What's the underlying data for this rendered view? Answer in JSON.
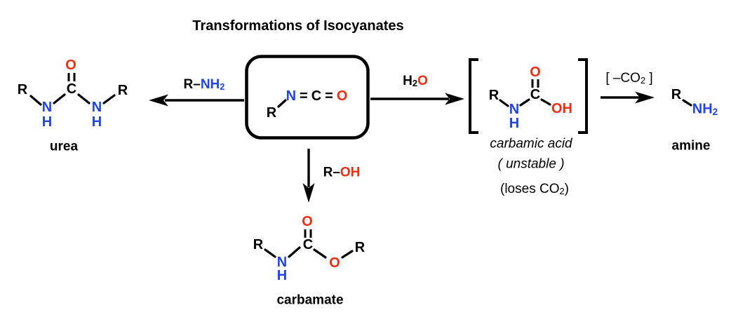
{
  "title": "Transformations of Isocyanates",
  "colors": {
    "carbon": "#000000",
    "nitrogen": "#2143e8",
    "oxygen": "#ee2e10"
  },
  "isocyanate": {
    "r": "R",
    "n": "N",
    "db1": "=",
    "c": "C",
    "db2": "=",
    "o": "O"
  },
  "reagents": {
    "amine_r": "R–",
    "amine_nh": "NH",
    "amine_sub": "2",
    "water_h": "H",
    "water_sub": "2",
    "water_o": "O",
    "alcohol_r": "R–",
    "alcohol_oh": "OH",
    "co2_open": "[ –CO",
    "co2_sub": "2",
    "co2_close": " ]"
  },
  "urea": {
    "r1": "R",
    "n1": "N",
    "h1": "H",
    "c": "C",
    "o": "O",
    "n2": "N",
    "h2": "H",
    "r2": "R",
    "caption": "urea"
  },
  "carbamic_acid": {
    "r": "R",
    "n": "N",
    "h": "H",
    "c": "C",
    "o": "O",
    "oh": "OH",
    "caption": "carbamic acid",
    "note_unstable": "( unstable )",
    "note_loses_open": "(loses CO",
    "note_loses_sub": "2",
    "note_loses_close": ")"
  },
  "amine": {
    "r": "R",
    "nh": "NH",
    "sub": "2",
    "caption": "amine"
  },
  "carbamate": {
    "r1": "R",
    "n": "N",
    "h": "H",
    "c": "C",
    "o_top": "O",
    "o_ester": "O",
    "r2": "R",
    "caption": "carbamate"
  }
}
